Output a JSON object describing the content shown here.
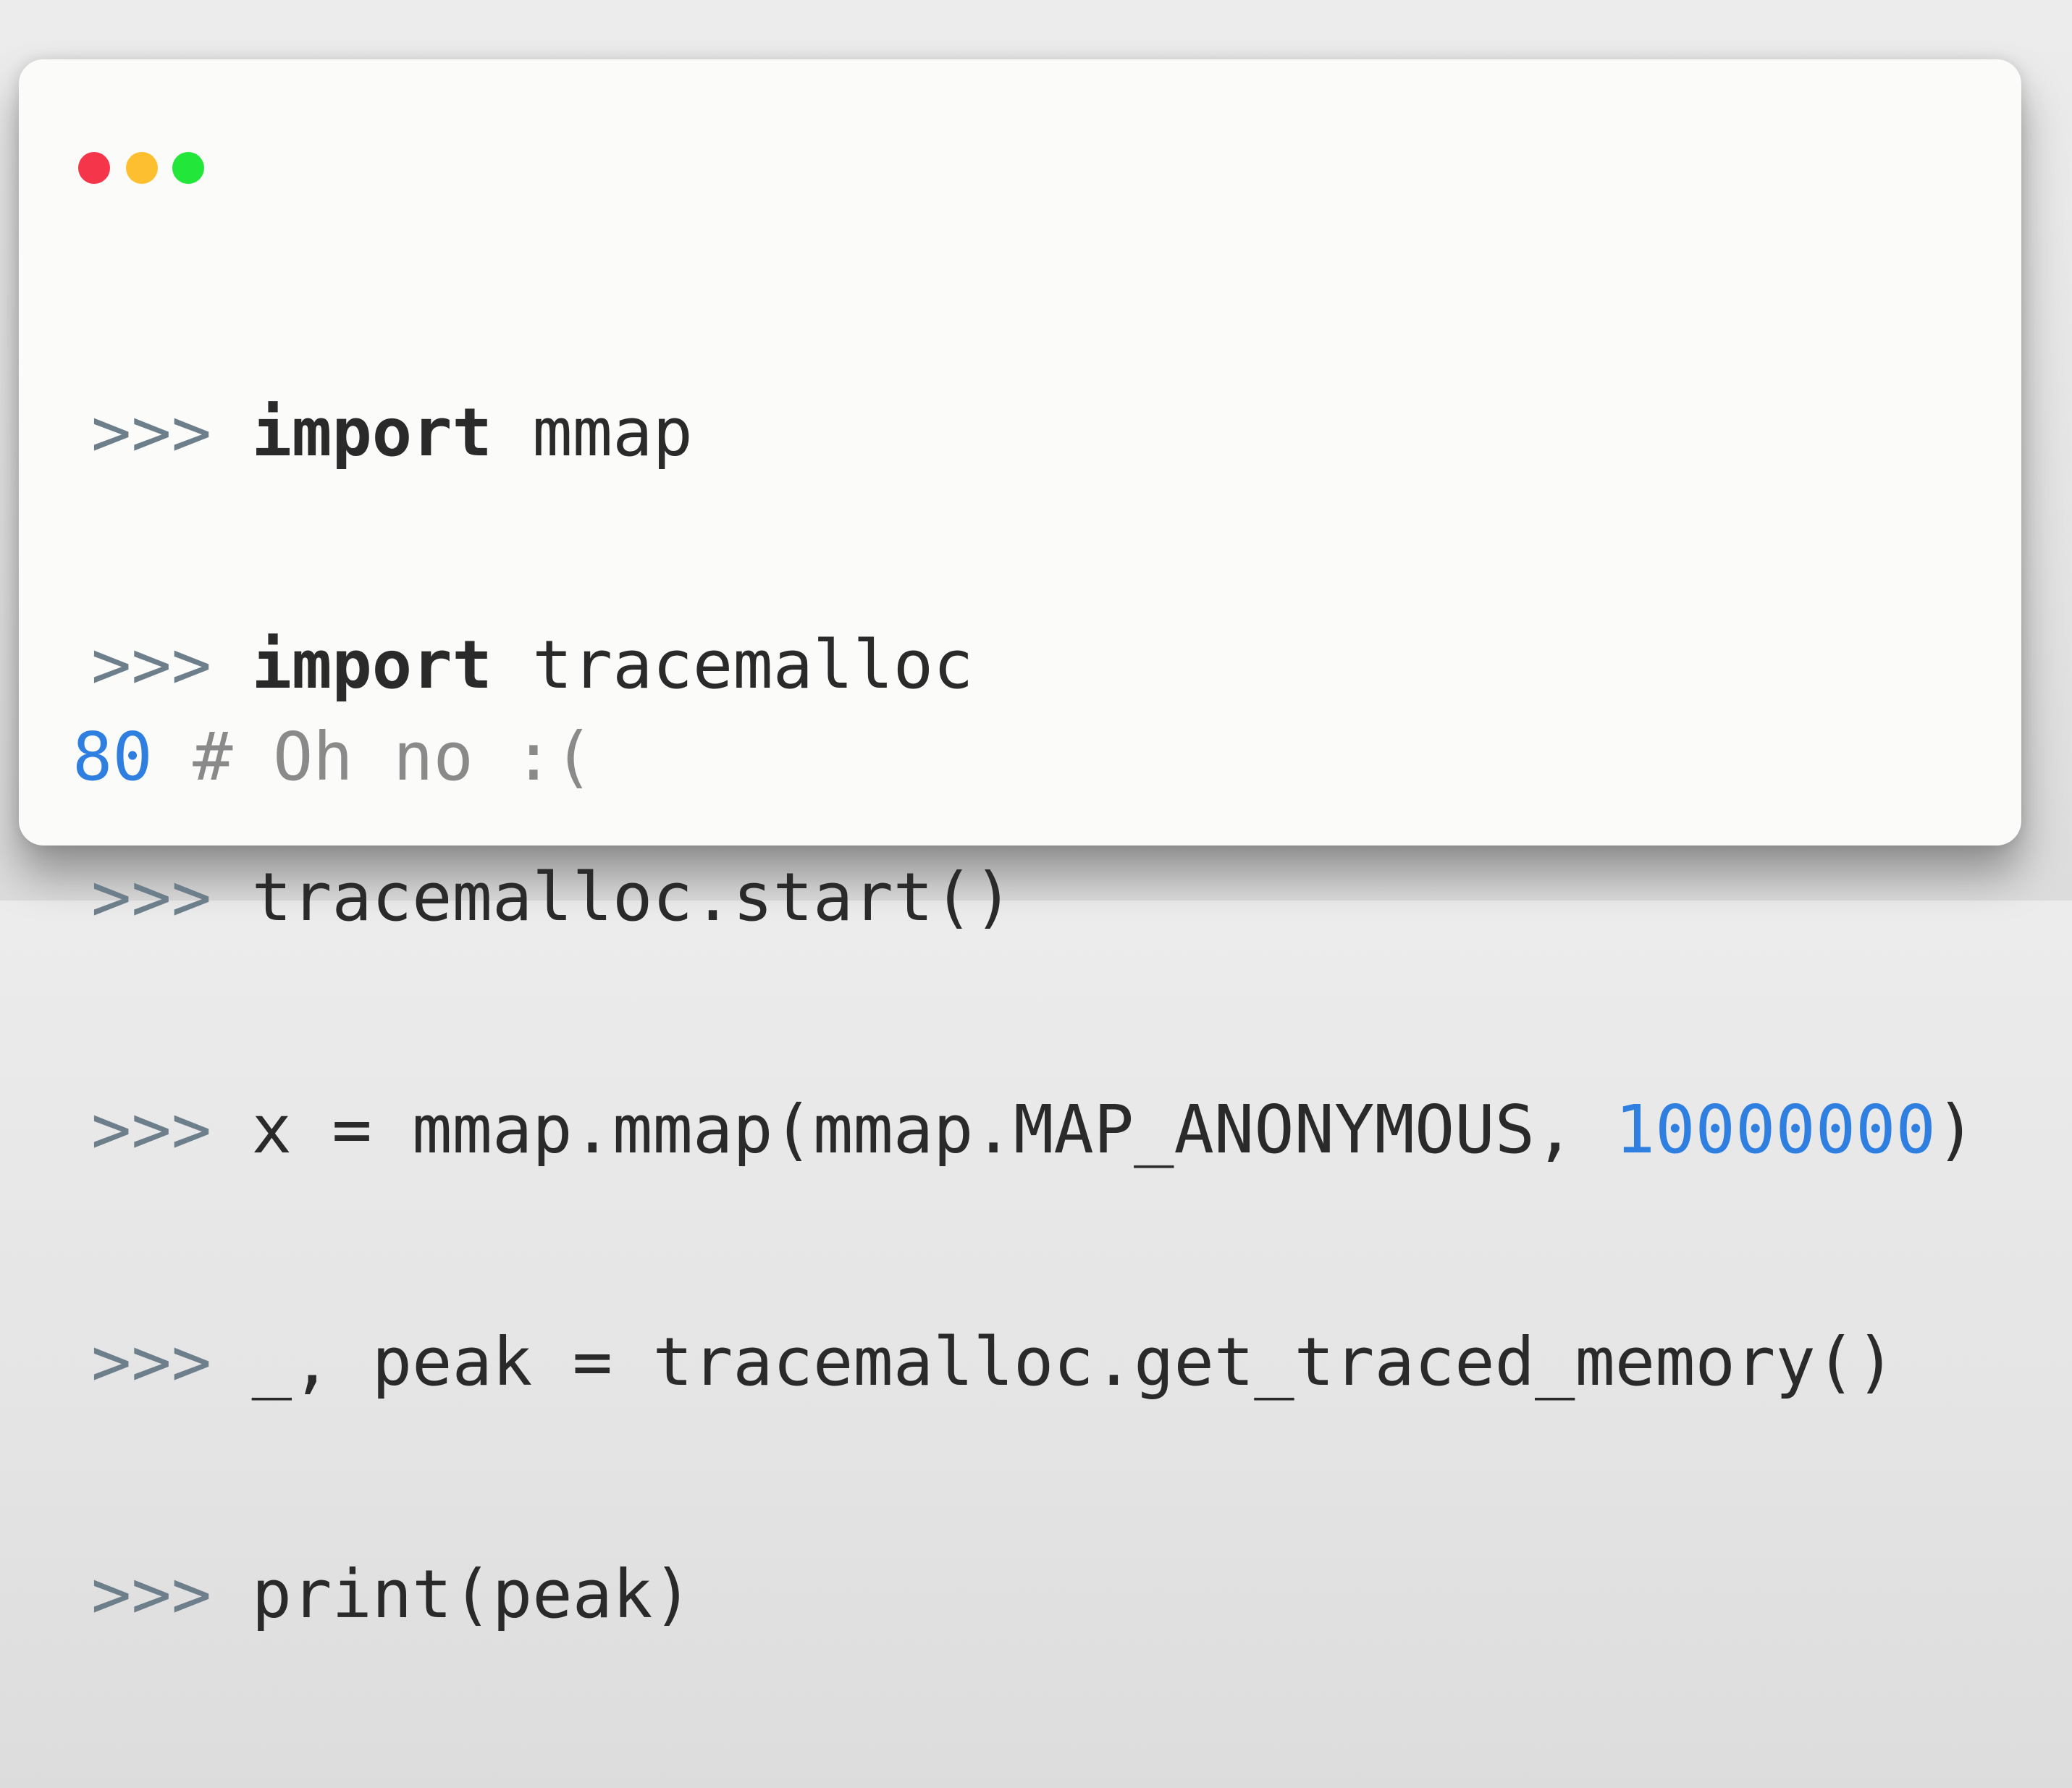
{
  "window": {
    "controls": [
      {
        "name": "close",
        "color": "#f4354a"
      },
      {
        "name": "minimize",
        "color": "#fdbf2f"
      },
      {
        "name": "zoom",
        "color": "#22e63a"
      }
    ]
  },
  "prompt": ">>> ",
  "lines": [
    {
      "kw": "import",
      "rest": " mmap"
    },
    {
      "kw": "import",
      "rest": " tracemalloc"
    },
    {
      "code": "tracemalloc.start()"
    },
    {
      "code": "x = mmap.mmap(mmap.MAP_ANONYMOUS, ",
      "number": "10000000",
      "after": ")"
    },
    {
      "code": "_, peak = tracemalloc.get_traced_memory()"
    },
    {
      "code": "print(peak)"
    }
  ],
  "output": {
    "value": "80",
    "comment": " # Oh no :("
  },
  "colors": {
    "prompt": "#6e7f8c",
    "text": "#2a2a2a",
    "number": "#2f7fe0",
    "comment": "#8a8a8a"
  }
}
